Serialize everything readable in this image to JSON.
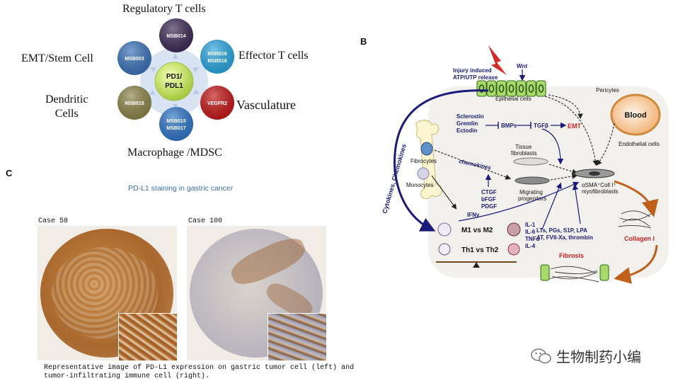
{
  "panelA": {
    "center": [
      "PD1/",
      "PDL1"
    ],
    "nodes": [
      {
        "name": "regulatory-t-cells",
        "codes": [
          "MSB014"
        ],
        "color": "#3d2a55",
        "category": "Regulatory T cells"
      },
      {
        "name": "effector-t-cells",
        "codes": [
          "MSB016",
          "MSB018"
        ],
        "color": "#29a6e0",
        "category": "Effector T cells"
      },
      {
        "name": "vasculature",
        "codes": [
          "VEGFR2"
        ],
        "color": "#c41616",
        "category": "Vasculature"
      },
      {
        "name": "macrophage-mdsc",
        "codes": [
          "MSB013",
          "MSB017"
        ],
        "color": "#2e75c8",
        "category": "Macrophage /MDSC"
      },
      {
        "name": "dendritic-cells",
        "codes": [
          "MSB015"
        ],
        "color": "#8b8448",
        "category": "Dendritic\nCells"
      },
      {
        "name": "emt-stem-cell",
        "codes": [
          "MSB003"
        ],
        "color": "#3a72b8",
        "category": "EMT/Stem Cell"
      }
    ]
  },
  "panelB": {
    "letter": "B",
    "injury": [
      "Injury induced",
      "ATP/UTP release"
    ],
    "wnt": "Wnt",
    "epithelial_cells": "Epithelial cells",
    "pericytes": "Pericytes",
    "blood": "Blood",
    "endothelial_cells": "Endothelial cells",
    "inhibitors": [
      "Sclerostin",
      "Gremlin",
      "Ectodin"
    ],
    "bmps": "BMPs",
    "tgfb": "TGFβ",
    "emt": "EMT",
    "cytokines": "Cytokines, Chemokines",
    "fibrocytes": "Fibrocytes",
    "monocytes": "Monocytes",
    "chemokines": "chemokines",
    "tissue_fibroblasts": [
      "Tissue",
      "fibroblasts"
    ],
    "growth_factors": [
      "CTGF",
      "bFGF",
      "PDGF"
    ],
    "migrating": [
      "Migrating",
      "progenitors"
    ],
    "myofibroblasts": [
      "αSMA⁺Coll I⁺",
      "myofibroblasts"
    ],
    "ifn": "IFNγ",
    "m1m2": "M1 vs M2",
    "th1th2": "Th1 vs Th2",
    "interleukins": [
      "IL-1",
      "IL-6",
      "TNFα",
      "IL-4"
    ],
    "mediators": [
      "LTs, PGs, S1P, LPA",
      "AT, FVII-Xa, thrombin"
    ],
    "collagen": "Collagen I",
    "fibrosis": "Fibrosis"
  },
  "panelC": {
    "letter": "C",
    "title": "PD-L1 staining in gastric cancer",
    "case_left": "Case 58",
    "case_right": "Case 100",
    "caption_line1": "Representative image of PD-L1 expression on gastric tumor cell (left) and",
    "caption_line2": "tumor-infiltrating immune cell (right)."
  },
  "watermark": "生物制药小编"
}
